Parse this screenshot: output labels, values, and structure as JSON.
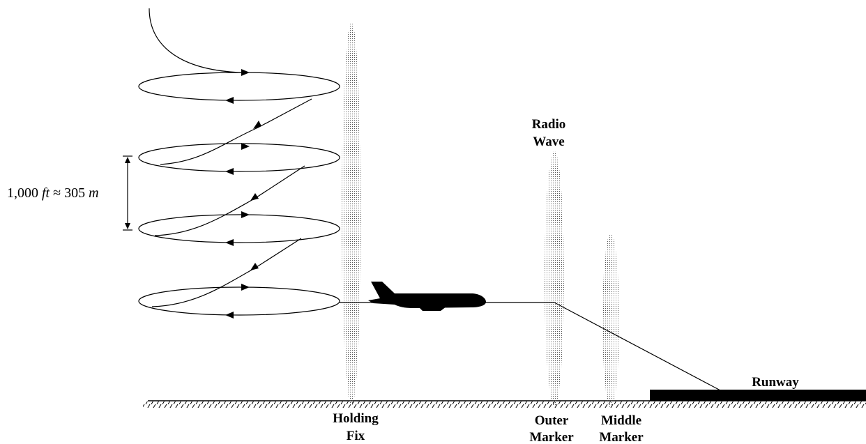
{
  "labels": {
    "radio_wave_line1": "Radio",
    "radio_wave_line2": "Wave",
    "runway": "Runway",
    "holding_fix_line1": "Holding",
    "holding_fix_line2": "Fix",
    "outer_marker_line1": "Outer",
    "outer_marker_line2": "Marker",
    "middle_marker_line1": "Middle",
    "middle_marker_line2": "Marker"
  },
  "separation": {
    "value": "1,000",
    "unit1": "ft",
    "approx": "≈ 305",
    "unit2": "m"
  },
  "colors": {
    "ink": "#000000",
    "background": "#ffffff"
  }
}
